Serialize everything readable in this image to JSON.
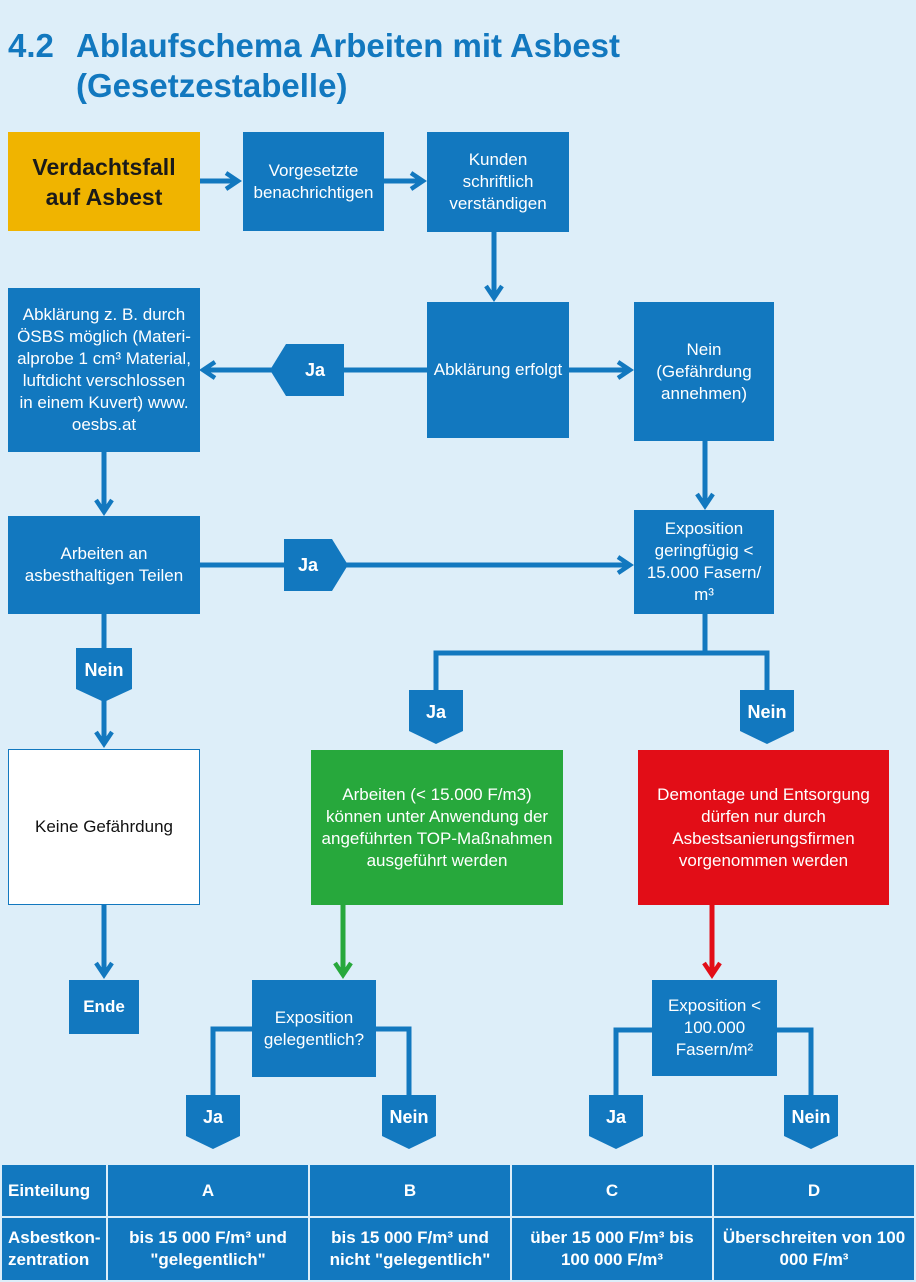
{
  "title": {
    "number": "4.2",
    "line1": "Ablaufschema Arbeiten mit Asbest",
    "line2": "(Gesetzestabelle)"
  },
  "nodes": {
    "verdacht": "Verdachtsfall auf Asbest",
    "vorgesetzte": "Vorgesetzte benachrichtigen",
    "kunden": "Kunden schriftlich verständigen",
    "abklaerung_hint": "Abklärung z. B. durch ÖSBS möglich (Materi-alprobe 1 cm³ Material, luftdicht verschlossen in einem Kuvert) www. oesbs.at",
    "abklaerung": "Abklärung erfolgt",
    "nein_gefahr": "Nein (Gefährdung annehmen)",
    "arbeiten_teile": "Arbeiten an asbesthaltigen Teilen",
    "exposition_gering": "Exposition geringfügig < 15.000 Fasern/ m³",
    "keine_gefaehrdung": "Keine Gefährdung",
    "arbeiten_top": "Arbeiten (< 15.000 F/m3) können unter Anwendung der angeführten TOP-Maßnahmen ausgeführt werden",
    "demontage": "Demontage und Entsorgung dürfen nur durch Asbestsanierungsfirmen vorgenommen werden",
    "ende": "Ende",
    "exposition_gelegentlich": "Exposition gelegentlich?",
    "exposition_100000": "Exposition < 100.000 Fasern/m²"
  },
  "labels": {
    "ja": "Ja",
    "nein": "Nein"
  },
  "legend": {
    "row1_header": "Einteilung",
    "categories": [
      "A",
      "B",
      "C",
      "D"
    ],
    "row2_header": "Asbestkon-zentration",
    "concentrations": [
      "bis 15 000 F/m³ und \"gelegentlich\"",
      "bis 15 000 F/m³ und nicht \"gelegentlich\"",
      "über 15 000 F/m³ bis 100 000 F/m³",
      "Überschreiten von 100 000 F/m³"
    ]
  },
  "colors": {
    "blue": "#1278bf",
    "yellow": "#f0b400",
    "green": "#27a83c",
    "red": "#e20d17",
    "background": "#ddeef9"
  }
}
